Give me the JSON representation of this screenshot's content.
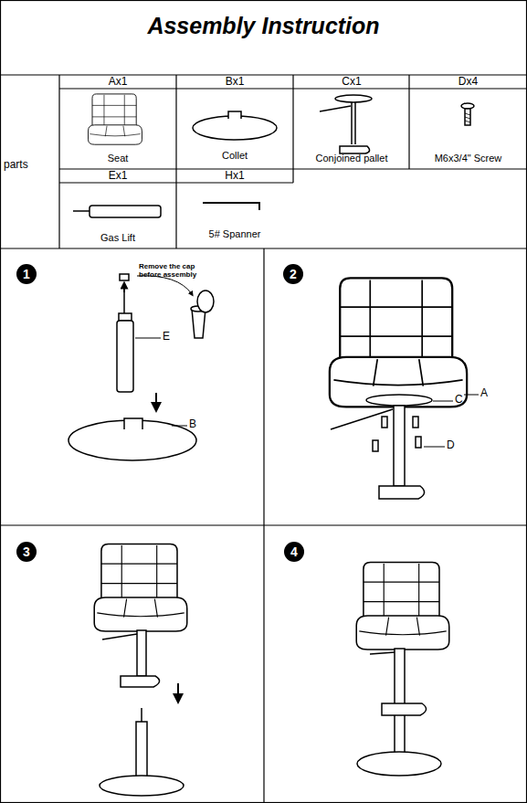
{
  "diagram": {
    "title": "Assembly Instruction",
    "labels": [
      "parts",
      "Ax1",
      "Bx1",
      "Cx1",
      "Dx4",
      "Seat",
      "Collet",
      "Conjoined pallet",
      "M6x3/4\" Screw",
      "Ex1",
      "Hx1",
      "Gas Lift",
      "5# Spanner",
      "1",
      "Remove the cap before assembly",
      "E",
      "B",
      "2",
      "A",
      "C",
      "D",
      "3",
      "4"
    ]
  }
}
